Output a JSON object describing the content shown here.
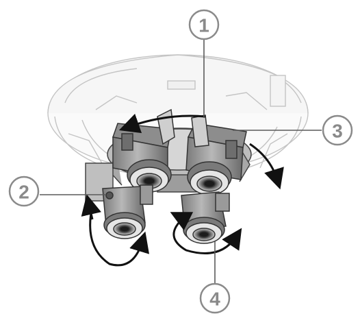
{
  "figure": {
    "description_icon": "multisensor-dome-camera-adjustment-illustration"
  },
  "callouts": [
    {
      "id": "1",
      "label": "1"
    },
    {
      "id": "2",
      "label": "2"
    },
    {
      "id": "3",
      "label": "3"
    },
    {
      "id": "4",
      "label": "4"
    }
  ],
  "colors": {
    "line_art": "#3a3a3a",
    "housing_light": "#d9d9d9",
    "module_mid": "#9a9a9a",
    "module_dark": "#6e6e6e",
    "callout_gray": "#8a8a8a"
  }
}
